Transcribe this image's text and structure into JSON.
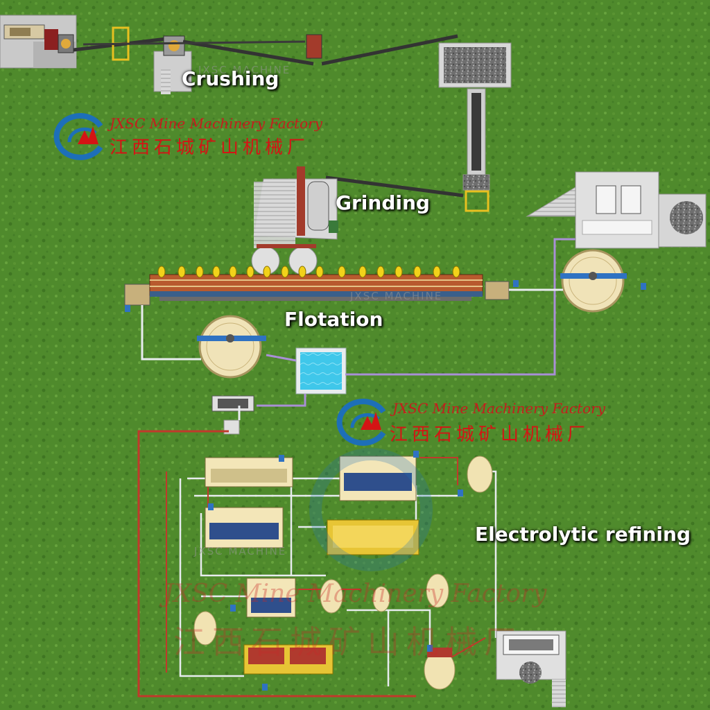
{
  "stages": {
    "crushing": "Crushing",
    "grinding": "Grinding",
    "flotation": "Flotation",
    "electrolytic_refining": "Electrolytic refining"
  },
  "brand": {
    "name_en": "JXSC Mine Machinery Factory",
    "name_cn": "江西石城矿山机械厂",
    "watermark": "JXSC MACHINE"
  },
  "colors": {
    "grass": "#4f8a2c",
    "belt": "#3a3a3a",
    "pipe_purple": "#a98fd6",
    "pipe_red": "#c0392b",
    "pipe_white": "#e8ecef",
    "tank_cream": "#f1e3b2",
    "flotation_cell": "#b85a2e",
    "water": "#3fc7ea",
    "brand_red": "#c51d1d",
    "brand_blue": "#1d6fb8"
  },
  "icons": [
    "jxsc-logo-icon"
  ]
}
